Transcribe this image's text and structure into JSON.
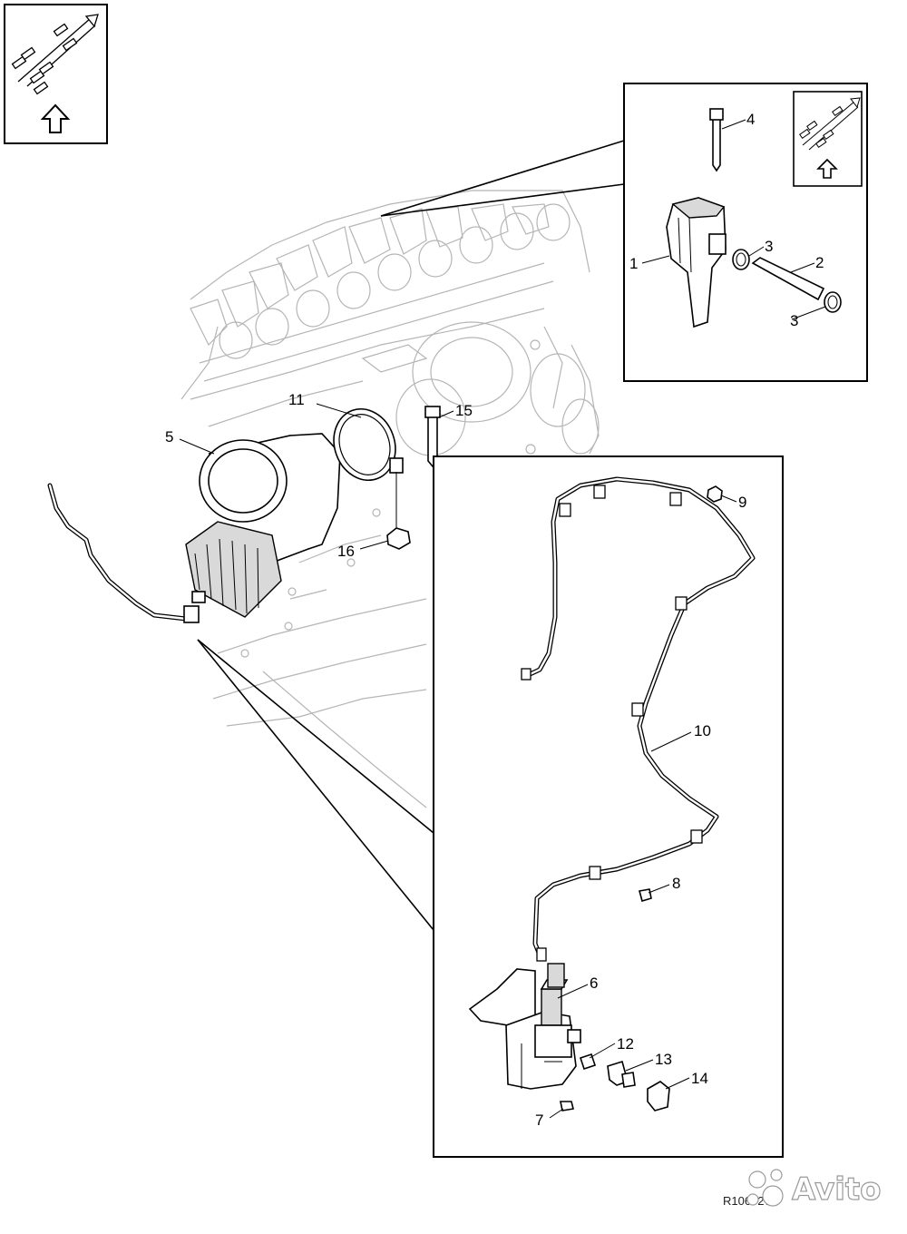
{
  "callouts": {
    "n1": "1",
    "n2": "2",
    "n3a": "3",
    "n3b": "3",
    "n4": "4",
    "n5": "5",
    "n6": "6",
    "n7": "7",
    "n8": "8",
    "n9": "9",
    "n10": "10",
    "n11": "11",
    "n12": "12",
    "n13": "13",
    "n14": "14",
    "n15": "15",
    "n16": "16"
  },
  "figure_ref": "R1060273",
  "watermark": "Avito"
}
